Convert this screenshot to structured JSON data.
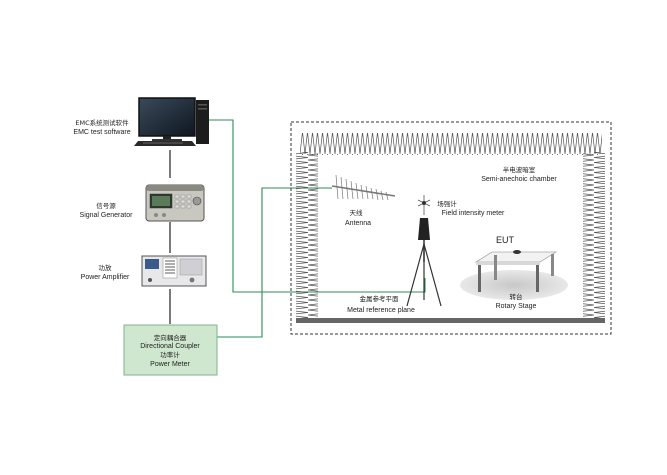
{
  "devices": {
    "emc_software": {
      "label_cn": "EMC系统测试软件",
      "label_en": "EMC test software"
    },
    "signal_generator": {
      "label_cn": "信号源",
      "label_en": "Signal Generator"
    },
    "power_amplifier": {
      "label_cn": "功放",
      "label_en": "Power Amplifier"
    },
    "coupler_meter": {
      "label_cn1": "定向耦合器",
      "label_en1": "Directional Coupler",
      "label_cn2": "功率计",
      "label_en2": "Power Meter"
    }
  },
  "chamber": {
    "label_cn": "半电波暗室",
    "label_en": "Semi-anechoic chamber",
    "antenna": {
      "label_cn": "天线",
      "label_en": "Antenna"
    },
    "field_meter": {
      "label_cn": "场强计",
      "label_en": "Field intensity meter"
    },
    "ground_plane": {
      "label_cn": "金属参考平面",
      "label_en": "Metal reference plane"
    },
    "eut": {
      "label": "EUT"
    },
    "rotary_stage": {
      "label_cn": "转台",
      "label_en": "Rotary Stage"
    }
  },
  "colors": {
    "connection_line": "#2e8b57",
    "coupler_box_fill": "#cfe7cf",
    "coupler_box_border": "#7fb58a",
    "absorber": "#555555",
    "floor": "#666666"
  }
}
